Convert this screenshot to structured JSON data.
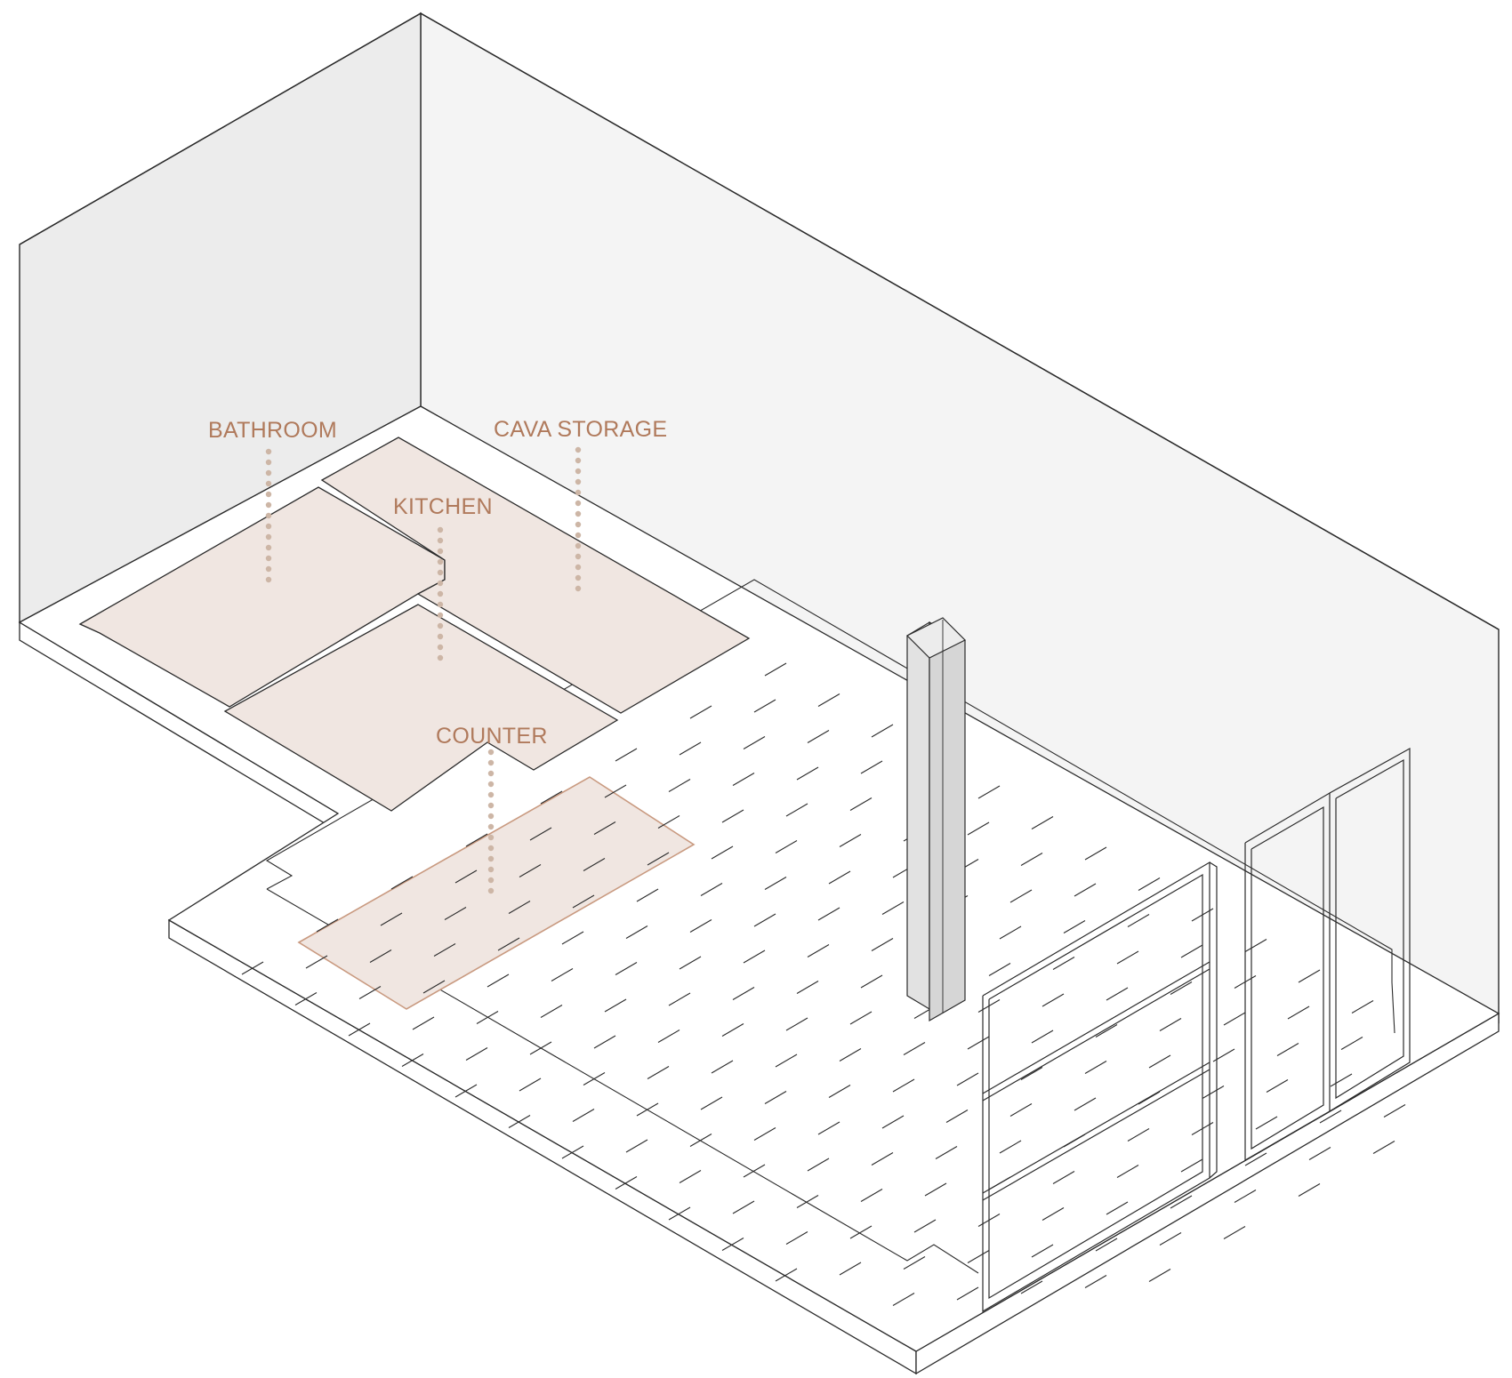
{
  "labels": {
    "bathroom": "BATHROOM",
    "cava_storage": "CAVA STORAGE",
    "kitchen": "KITCHEN",
    "counter": "COUNTER"
  },
  "colors": {
    "label_text": "#b07a5c",
    "zone_fill": "#f0e6e1",
    "leader_dot": "#cdb6a6",
    "counter_outline": "#c99a80",
    "back_wall": "#f4f4f4",
    "side_wall": "#ececec",
    "column_fill": "#dddddd",
    "line": "#2b2b2b"
  }
}
